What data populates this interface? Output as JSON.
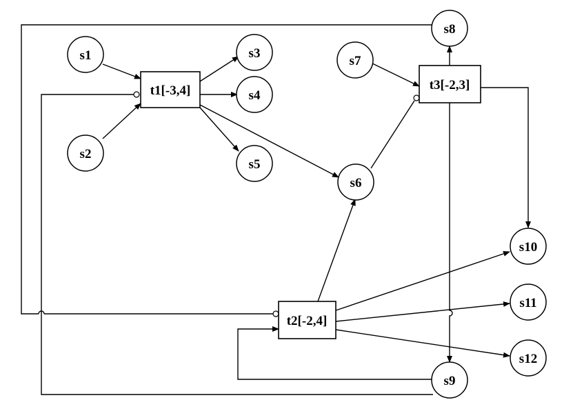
{
  "places": [
    {
      "id": "s1",
      "label": "s1"
    },
    {
      "id": "s2",
      "label": "s2"
    },
    {
      "id": "s3",
      "label": "s3"
    },
    {
      "id": "s4",
      "label": "s4"
    },
    {
      "id": "s5",
      "label": "s5"
    },
    {
      "id": "s6",
      "label": "s6"
    },
    {
      "id": "s7",
      "label": "s7"
    },
    {
      "id": "s8",
      "label": "s8"
    },
    {
      "id": "s9",
      "label": "s9"
    },
    {
      "id": "s10",
      "label": "s10"
    },
    {
      "id": "s11",
      "label": "s11"
    },
    {
      "id": "s12",
      "label": "s12"
    }
  ],
  "transitions": [
    {
      "id": "t1",
      "label": "t1[-3,4]"
    },
    {
      "id": "t2",
      "label": "t2[-2,4]"
    },
    {
      "id": "t3",
      "label": "t3[-2,3]"
    }
  ],
  "arcs": [
    {
      "from": "s1",
      "to": "t1",
      "kind": "normal"
    },
    {
      "from": "s2",
      "to": "t1",
      "kind": "normal"
    },
    {
      "from": "t1",
      "to": "s3",
      "kind": "normal"
    },
    {
      "from": "t1",
      "to": "s4",
      "kind": "normal"
    },
    {
      "from": "t1",
      "to": "s5",
      "kind": "normal"
    },
    {
      "from": "t1",
      "to": "s6",
      "kind": "normal"
    },
    {
      "from": "s7",
      "to": "t3",
      "kind": "normal"
    },
    {
      "from": "s6",
      "to": "t3",
      "kind": "inhibitor"
    },
    {
      "from": "t3",
      "to": "s8",
      "kind": "normal"
    },
    {
      "from": "t3",
      "to": "s9",
      "kind": "normal"
    },
    {
      "from": "t3",
      "to": "s10",
      "kind": "normal"
    },
    {
      "from": "t2",
      "to": "s6",
      "kind": "normal"
    },
    {
      "from": "t2",
      "to": "s10",
      "kind": "normal"
    },
    {
      "from": "t2",
      "to": "s11",
      "kind": "normal"
    },
    {
      "from": "t2",
      "to": "s12",
      "kind": "normal"
    },
    {
      "from": "s9",
      "to": "t2",
      "kind": "normal"
    },
    {
      "from": "s8",
      "to": "t2",
      "kind": "inhibitor"
    },
    {
      "from": "s9",
      "to": "t1",
      "kind": "inhibitor"
    }
  ]
}
